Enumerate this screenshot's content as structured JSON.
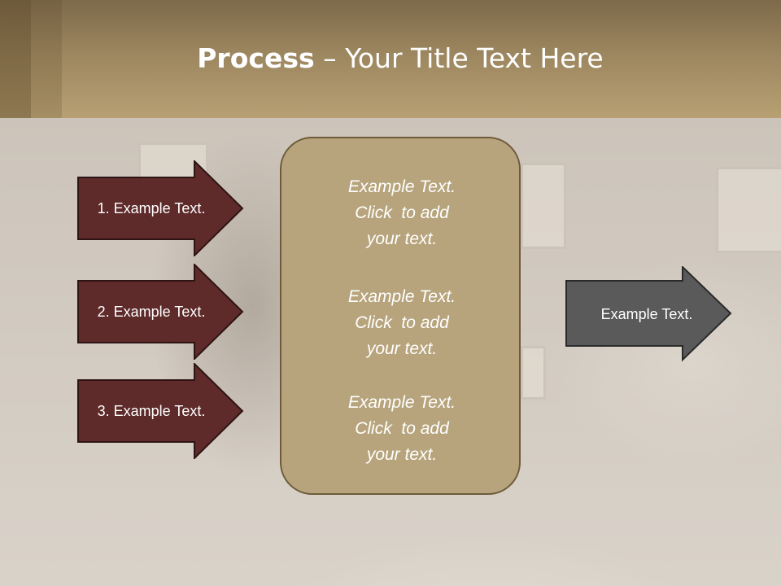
{
  "header": {
    "title_bold": "Process",
    "title_rest": " – Your Title Text Here"
  },
  "steps": [
    {
      "label": "1. Example Text."
    },
    {
      "label": "2. Example Text."
    },
    {
      "label": "3. Example Text."
    }
  ],
  "center": {
    "items": [
      "Example Text.\nClick  to add\nyour text.",
      "Example Text.\nClick  to add\nyour text.",
      "Example Text.\nClick  to add\nyour text."
    ]
  },
  "result": {
    "label": "Example Text."
  },
  "colors": {
    "step_arrow": "#5e2a2a",
    "center_box": "#b7a47c",
    "result_arrow": "#5a5a5a",
    "header": "#a08a62"
  }
}
